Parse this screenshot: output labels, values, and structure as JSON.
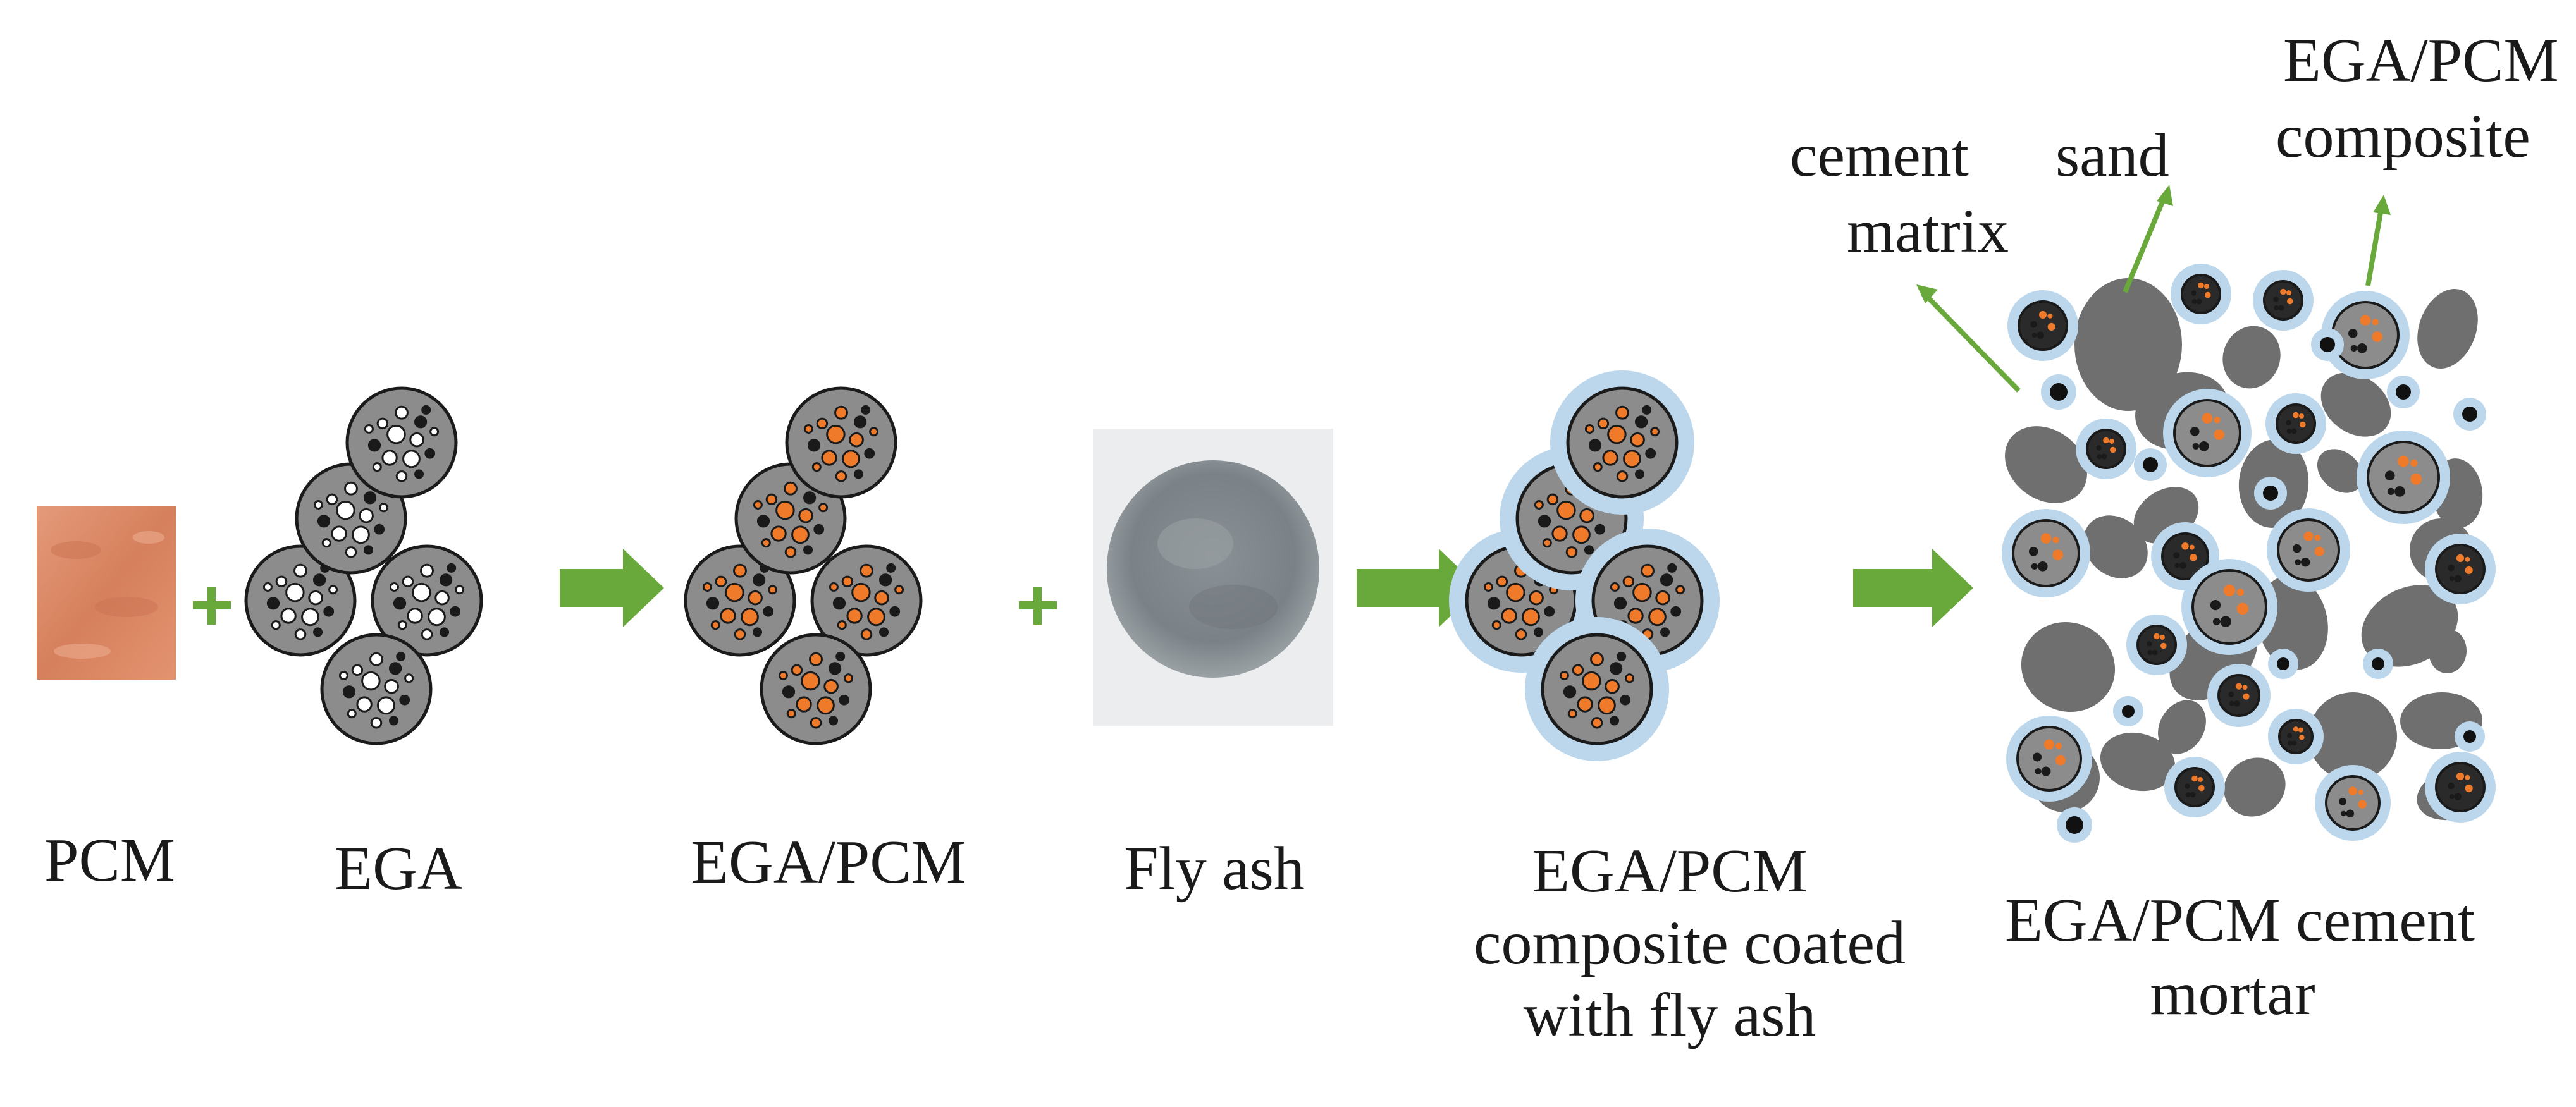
{
  "labels": {
    "pcm": "PCM",
    "ega": "EGA",
    "ega_pcm": "EGA/PCM",
    "fly_ash": "Fly ash",
    "coated": [
      "EGA/PCM",
      "composite coated",
      "with fly ash"
    ],
    "mortar": [
      "EGA/PCM cement",
      "mortar"
    ]
  },
  "annotations": {
    "cement_matrix": [
      "cement",
      "matrix"
    ],
    "sand": "sand",
    "composite": [
      "EGA/PCM",
      "composite"
    ]
  },
  "symbols": {
    "plus": "+"
  },
  "colors": {
    "arrow": "#69a93b",
    "pcm_swatch": "#dd8a66",
    "particle_fill": "#8c8c8c",
    "pore_white": "#ffffff",
    "pore_orange": "#ef7a2a",
    "coating": "#bcd7ec",
    "sand": "#6f6f6f"
  }
}
